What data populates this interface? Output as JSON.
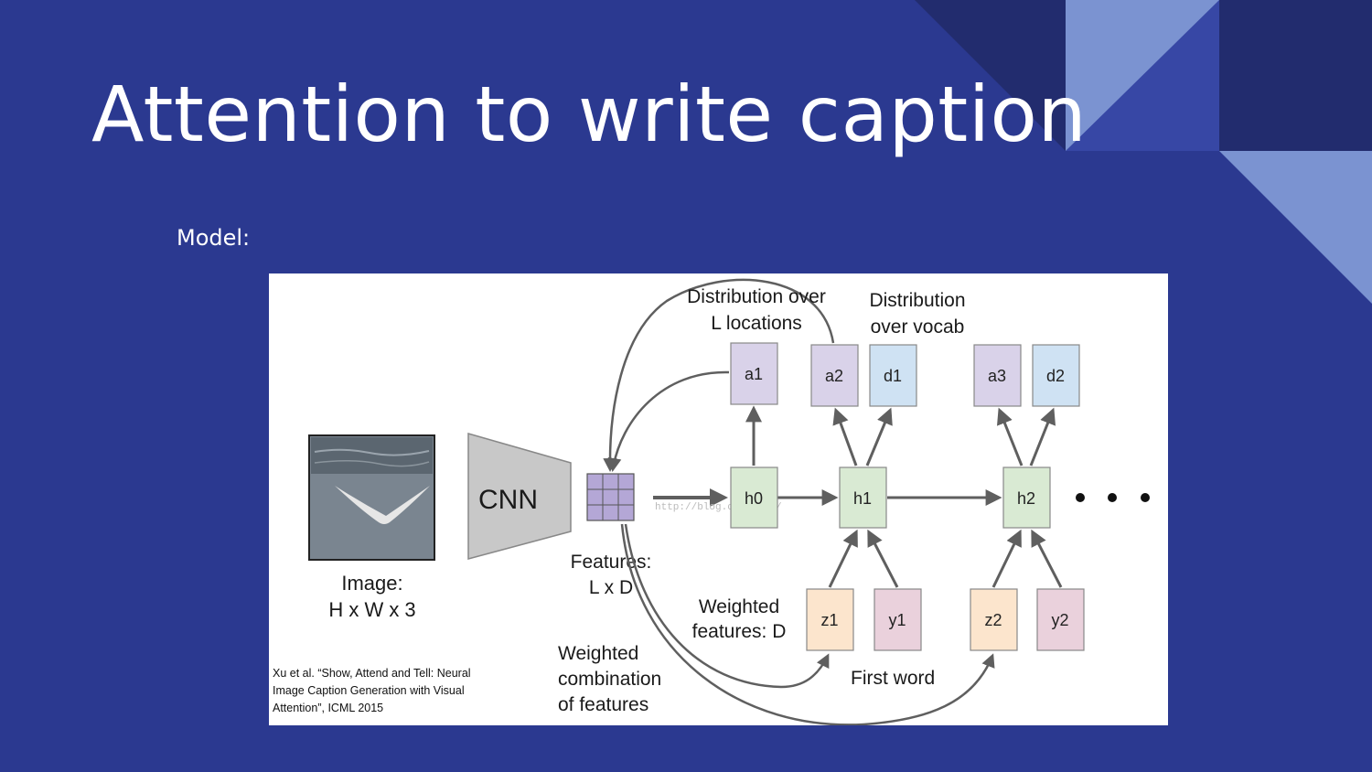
{
  "slide": {
    "title": "Attention to write caption",
    "subtitle": "Model:"
  },
  "colors": {
    "background": "#2b3990",
    "attention_box": "#d9d2e9",
    "vocab_box": "#cfe2f3",
    "hidden_box": "#d9ead3",
    "feature_box": "#fce5cd",
    "word_box": "#ead1dc",
    "feature_grid": "#b4a7d6",
    "cnn": "#c8c8c8"
  },
  "diagram": {
    "image_label": [
      "Image:",
      "H x W x 3"
    ],
    "cnn_label": "CNN",
    "features_label": [
      "Features:",
      "L x D"
    ],
    "dist_locations_label": [
      "Distribution over",
      "L locations"
    ],
    "dist_vocab_label": [
      "Distribution",
      "over vocab"
    ],
    "weighted_features_label": [
      "Weighted",
      "features: D"
    ],
    "weighted_combination_label": [
      "Weighted",
      "combination",
      "of features"
    ],
    "first_word_label": "First word",
    "watermark": "http://blog.csdn.net/",
    "boxes": {
      "a1": "a1",
      "a2": "a2",
      "a3": "a3",
      "d1": "d1",
      "d2": "d2",
      "h0": "h0",
      "h1": "h1",
      "h2": "h2",
      "z1": "z1",
      "z2": "z2",
      "y1": "y1",
      "y2": "y2"
    },
    "citation": [
      "Xu et al. “Show, Attend and Tell: Neural",
      "Image Caption Generation with Visual",
      "Attention”, ICML 2015"
    ]
  }
}
